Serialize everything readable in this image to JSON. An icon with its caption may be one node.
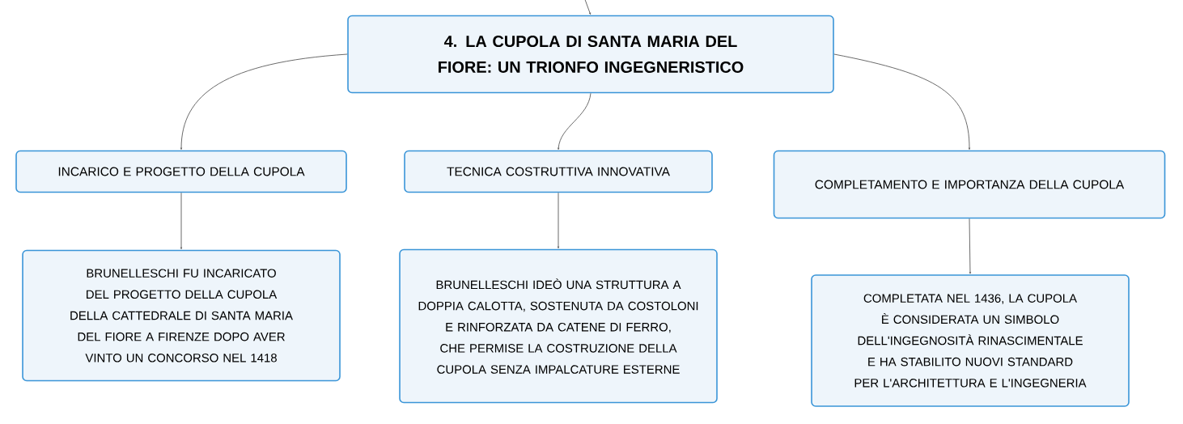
{
  "diagram": {
    "nodes": [
      {
        "text": [
          "4. LA CUPOLA DI SANTA MARIA DEL FIORE: UN TRIONFO INGEGNERISTICO"
        ]
      },
      {
        "text": [
          "INCARICO E PROGETTO DELLA CUPOLA"
        ]
      },
      {
        "text": [
          "TECNICA COSTRUTTIVA INNOVATIVA"
        ]
      },
      {
        "text": [
          "COMPLETAMENTO E IMPORTANZA DELLA CUPOLA"
        ]
      },
      {
        "text": [
          "BRUNELLESCHI FU INCARICATO DEL PROGETTO DELLA CUPOLA DELLA CATTEDRALE DI SANTA MARIA DEL FIORE A FIRENZE DOPO AVER VINTO UN CONCORSO NEL 1418"
        ]
      },
      {
        "text": [
          "BRUNELLESCHI IDEÒ UNA STRUTTURA A DOPPIA CALOTTA, SOSTENUTA DA COSTOLONI E RINFORZATA DA CATENE DI FERRO, CHE PERMISE LA COSTRUZIONE DELLA CUPOLA SENZA IMPALCATURE ESTERNE"
        ]
      },
      {
        "text": [
          "COMPLETATA NEL 1436, LA CUPOLA È CONSIDERATA UN SIMBOLO DELL'INGEGNOSITÀ RINASCIMENTALE E HA STABILITO NUOVI STANDARD PER L'ARCHITETTURA E L'INGEGNERIA"
        ]
      }
    ],
    "edges": [
      {
        "from": null,
        "to": 0,
        "arrow": "to"
      },
      {
        "from": 0,
        "to": 1,
        "arrow": "to"
      },
      {
        "from": 0,
        "to": 2,
        "arrow": "to"
      },
      {
        "from": 0,
        "to": 3,
        "arrow": "to"
      },
      {
        "from": 1,
        "to": 4,
        "arrow": "to"
      },
      {
        "from": 2,
        "to": 5,
        "arrow": "to"
      },
      {
        "from": 3,
        "to": 6,
        "arrow": "to"
      }
    ]
  }
}
